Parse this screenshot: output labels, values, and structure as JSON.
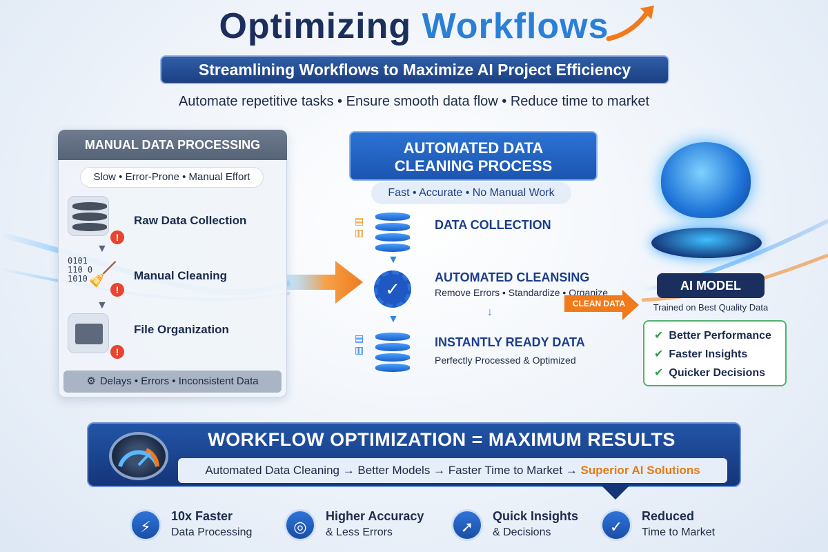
{
  "header": {
    "title_part1": "Optimizing",
    "title_part2": "Workflows",
    "subtitle": "Streamlining Workflows to Maximize AI Project Efficiency",
    "tagline": "Automate repetitive tasks • Ensure smooth data flow • Reduce time to market"
  },
  "manual": {
    "title": "MANUAL DATA PROCESSING",
    "pill": "Slow • Error-Prone • Manual Effort",
    "steps": [
      {
        "label": "Raw Data Collection"
      },
      {
        "label": "Manual Cleaning"
      },
      {
        "label": "File Organization"
      }
    ],
    "footer": "Delays • Errors • Inconsistent Data"
  },
  "automated": {
    "title_line1": "AUTOMATED DATA",
    "title_line2": "CLEANING PROCESS",
    "pill": "Fast • Accurate • No Manual Work",
    "steps": [
      {
        "title": "DATA COLLECTION",
        "sub": ""
      },
      {
        "title": "AUTOMATED CLEANSING",
        "sub": "Remove Errors • Standardize • Organize"
      },
      {
        "title": "INSTANTLY READY DATA",
        "sub": "Perfectly Processed & Optimized"
      }
    ],
    "clean_tag": "CLEAN DATA"
  },
  "ai": {
    "title": "AI MODEL",
    "sub": "Trained on Best Quality Data",
    "benefits": [
      "Better Performance",
      "Faster Insights",
      "Quicker Decisions"
    ]
  },
  "banner": {
    "title": "WORKFLOW OPTIMIZATION = MAXIMUM RESULTS",
    "strip_main": "Automated Data Cleaning → Better Models → Faster Time to Market → ",
    "strip_highlight": "Superior AI Solutions"
  },
  "stats": [
    {
      "top": "10x Faster",
      "bottom": "Data Processing",
      "icon": "lightning-icon"
    },
    {
      "top": "Higher Accuracy",
      "bottom": "& Less Errors",
      "icon": "target-icon"
    },
    {
      "top": "Quick Insights",
      "bottom": "& Decisions",
      "icon": "rocket-icon"
    },
    {
      "top": "Reduced",
      "bottom": "Time to Market",
      "icon": "clock-check-icon"
    }
  ],
  "colors": {
    "navy": "#1b2e5c",
    "blue": "#2a7fd6",
    "orange": "#f07a1c",
    "green": "#2f9c4f"
  }
}
